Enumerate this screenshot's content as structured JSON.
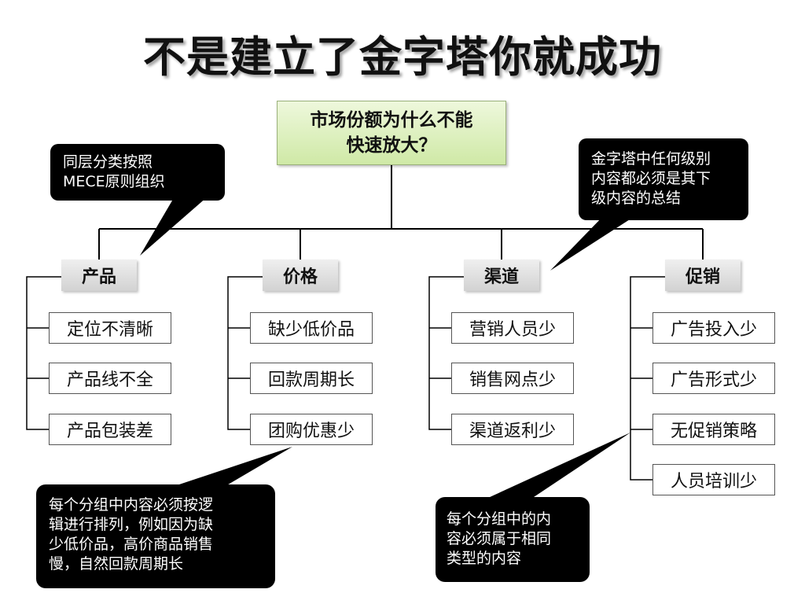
{
  "title": "不是建立了金字塔你就成功",
  "root": [
    "市场份额为什么不能",
    "快速放大？"
  ],
  "categories": [
    {
      "label": "产品",
      "items": [
        "定位不清晰",
        "产品线不全",
        "产品包装差"
      ]
    },
    {
      "label": "价格",
      "items": [
        "缺少低价品",
        "回款周期长",
        "团购优惠少"
      ]
    },
    {
      "label": "渠道",
      "items": [
        "营销人员少",
        "销售网点少",
        "渠道返利少"
      ]
    },
    {
      "label": "促销",
      "items": [
        "广告投入少",
        "广告形式少",
        "无促销策略",
        "人员培训少"
      ]
    }
  ],
  "callouts": {
    "mece": [
      "同层分类按照",
      "MECE原则组织"
    ],
    "summary": [
      "金字塔中任何级别",
      "内容都必须是其下",
      "级内容的总结"
    ],
    "logic": [
      "每个分组中内容必须按逻",
      "辑进行排列，例如因为缺",
      "少低价品，高价商品销售",
      "慢，自然回款周期长"
    ],
    "type": [
      "每个分组中的内",
      "容必须属于相同",
      "类型的内容"
    ]
  },
  "colors": {
    "root_fill": "#cfe9a6",
    "category_fill": "#d9d9d9",
    "callout_fill": "#000000",
    "line": "#000000"
  }
}
